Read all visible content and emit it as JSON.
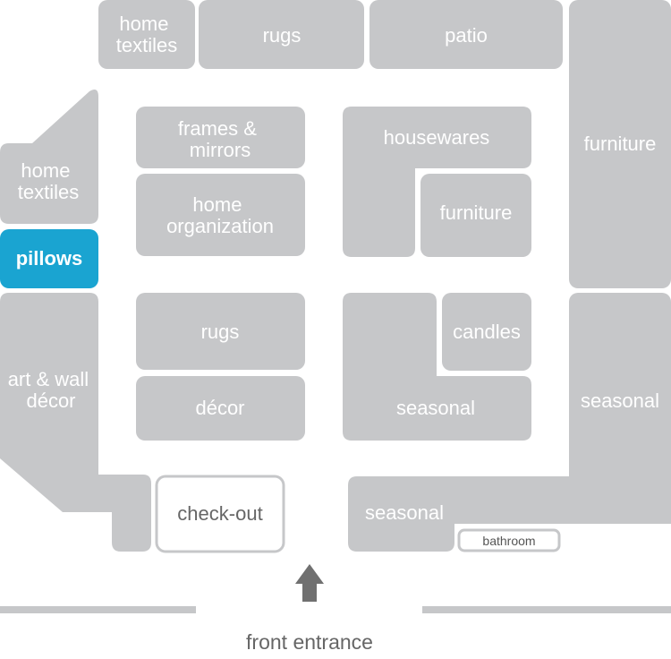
{
  "colors": {
    "section": "#c6c7c9",
    "highlight": "#1aa4d1",
    "outline_border": "#c6c7c9",
    "label_light": "#ffffff",
    "label_dark": "#666666",
    "entrance_wall": "#c6c7c9",
    "arrow": "#707070"
  },
  "sections": {
    "home_textiles_top": [
      "home",
      "textiles"
    ],
    "rugs_top": [
      "rugs"
    ],
    "patio": [
      "patio"
    ],
    "furniture_right": [
      "furniture"
    ],
    "home_textiles_left": [
      "home",
      "textiles"
    ],
    "pillows": [
      "pillows"
    ],
    "art_wall_decor": [
      "art & wall",
      "décor"
    ],
    "frames_mirrors": [
      "frames &",
      "mirrors"
    ],
    "home_organization": [
      "home",
      "organization"
    ],
    "housewares": [
      "housewares"
    ],
    "furniture_center": [
      "furniture"
    ],
    "rugs_center": [
      "rugs"
    ],
    "decor": [
      "décor"
    ],
    "candles": [
      "candles"
    ],
    "seasonal_center": [
      "seasonal"
    ],
    "seasonal_right": [
      "seasonal"
    ],
    "seasonal_bottom": [
      "seasonal"
    ],
    "checkout": [
      "check-out"
    ],
    "bathroom": [
      "bathroom"
    ]
  },
  "highlighted_section": "pillows",
  "entrance_label": "front entrance",
  "icons": {
    "entrance_arrow": "up-arrow-icon"
  }
}
